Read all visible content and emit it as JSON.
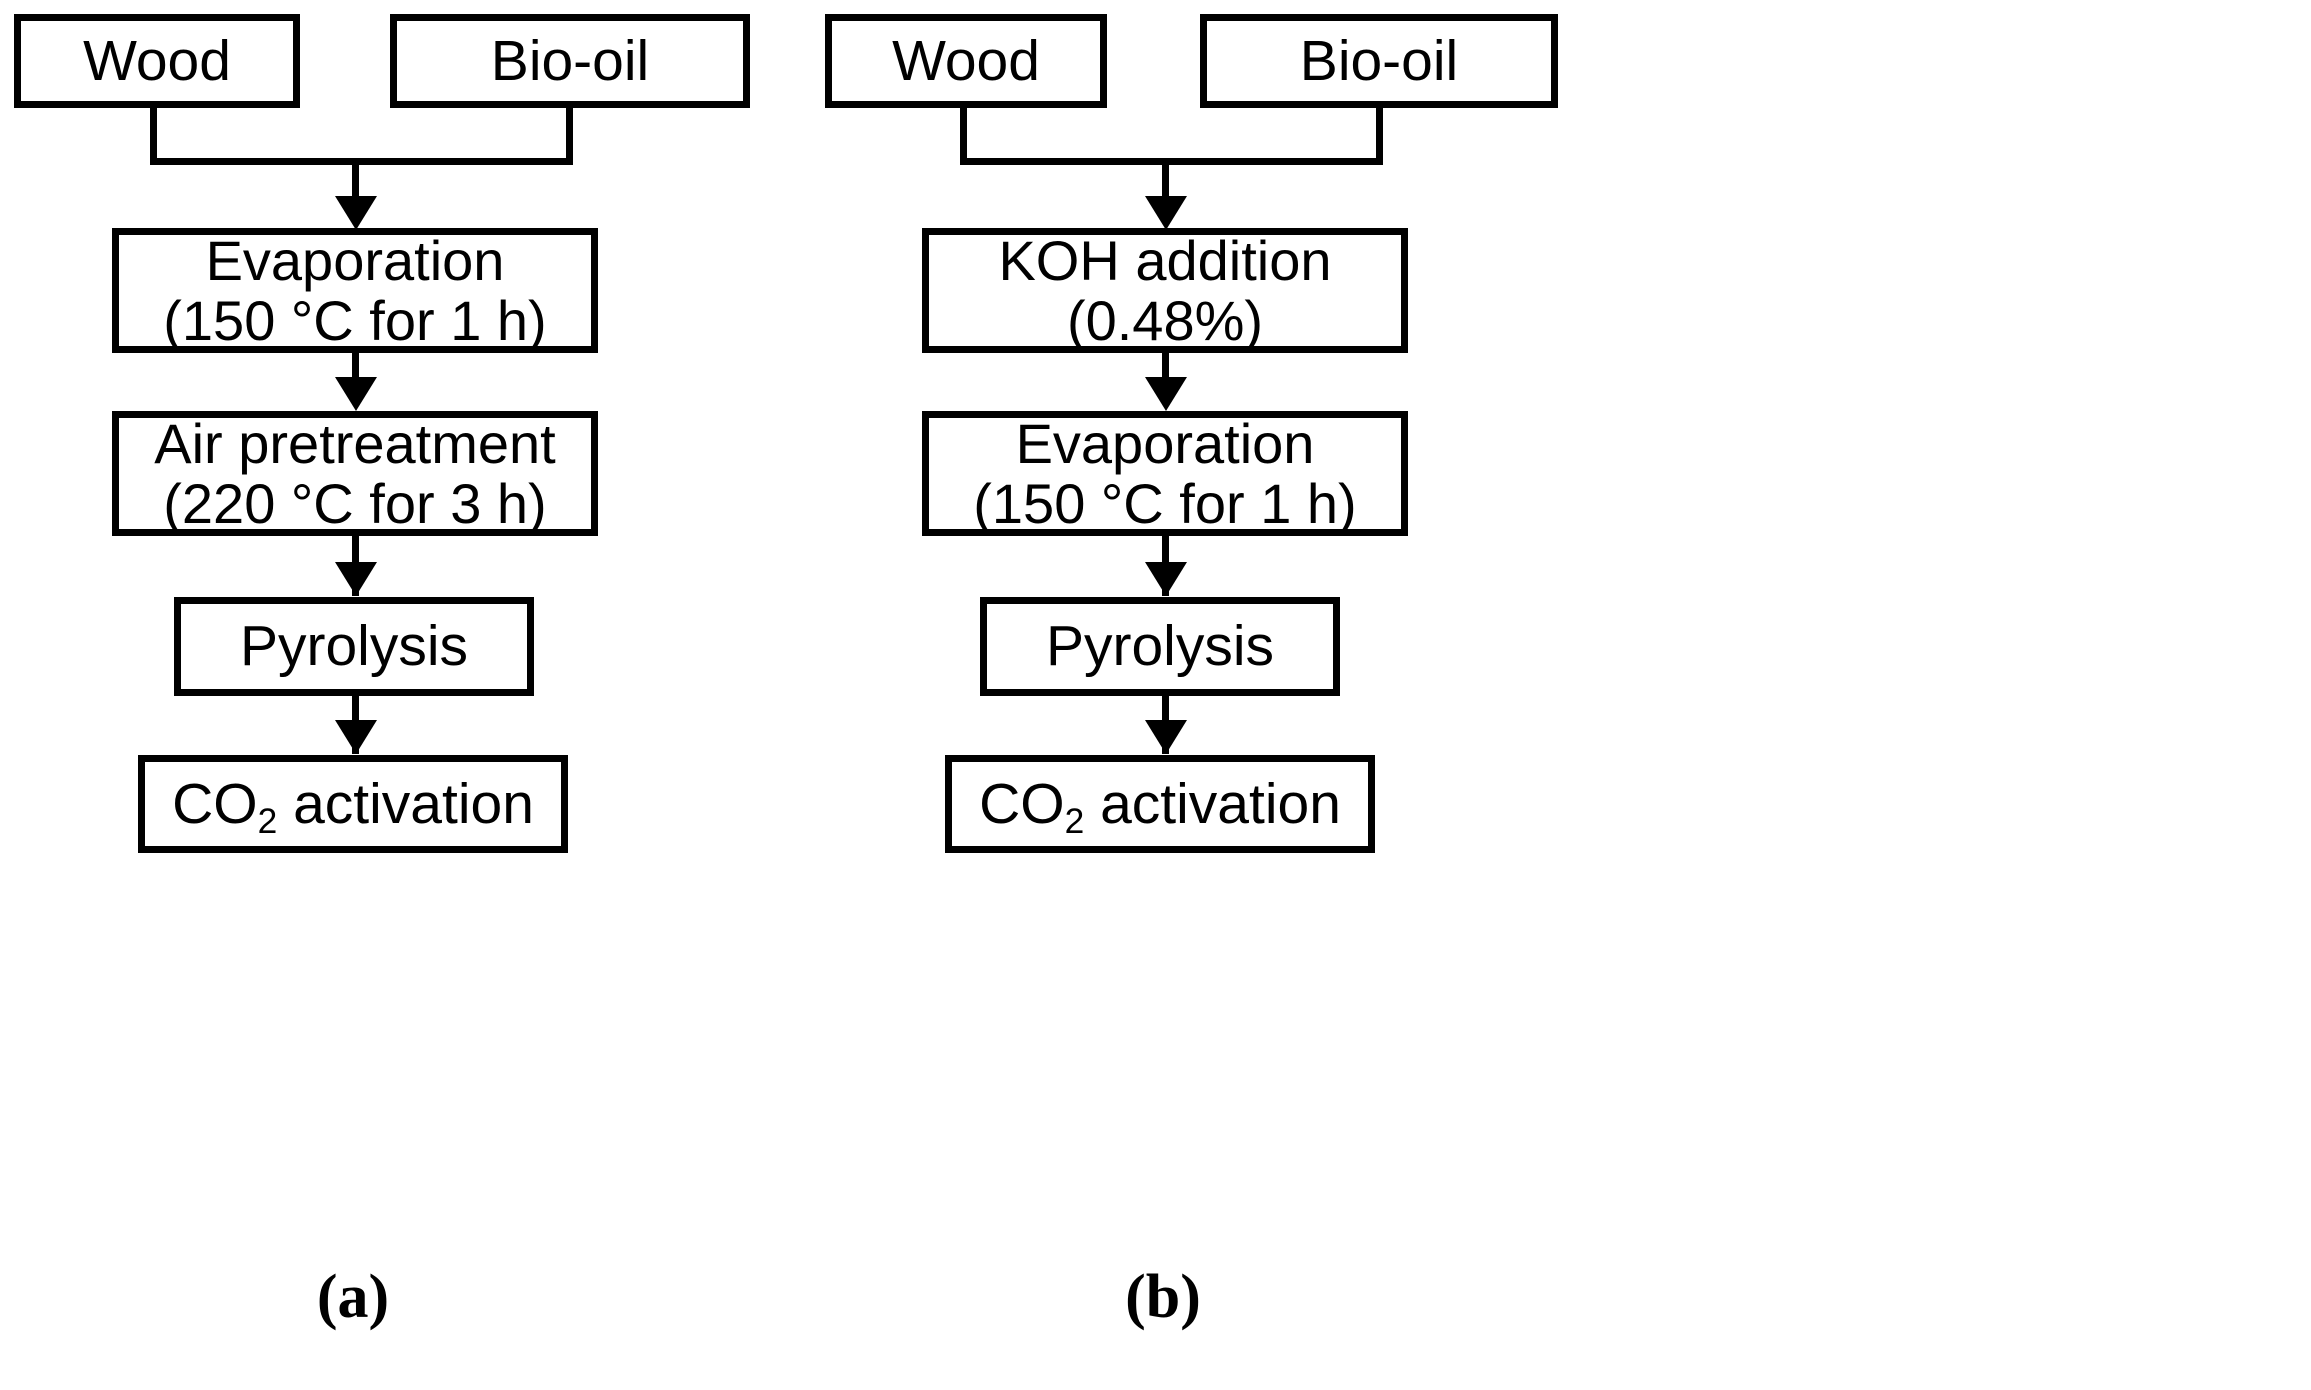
{
  "figure": {
    "background": "#ffffff",
    "stroke_color": "#000000",
    "panels": [
      {
        "id": "a",
        "caption": "(a)",
        "inputs": [
          {
            "label": "Wood"
          },
          {
            "label": "Bio-oil"
          }
        ],
        "steps": [
          {
            "line1": "Evaporation",
            "line2": "(150 °C for 1 h)"
          },
          {
            "line1": "Air pretreatment",
            "line2": "(220 °C for 3 h)"
          },
          {
            "line1": "Pyrolysis",
            "line2": ""
          },
          {
            "line1": "CO",
            "sub": "2",
            "line1_tail": " activation",
            "line2": ""
          }
        ]
      },
      {
        "id": "b",
        "caption": "(b)",
        "inputs": [
          {
            "label": "Wood"
          },
          {
            "label": "Bio-oil"
          }
        ],
        "steps": [
          {
            "line1": "KOH addition",
            "line2": "(0.48%)"
          },
          {
            "line1": "Evaporation",
            "line2": "(150 °C for 1 h)"
          },
          {
            "line1": "Pyrolysis",
            "line2": ""
          },
          {
            "line1": "CO",
            "sub": "2",
            "line1_tail": " activation",
            "line2": ""
          }
        ]
      }
    ]
  }
}
